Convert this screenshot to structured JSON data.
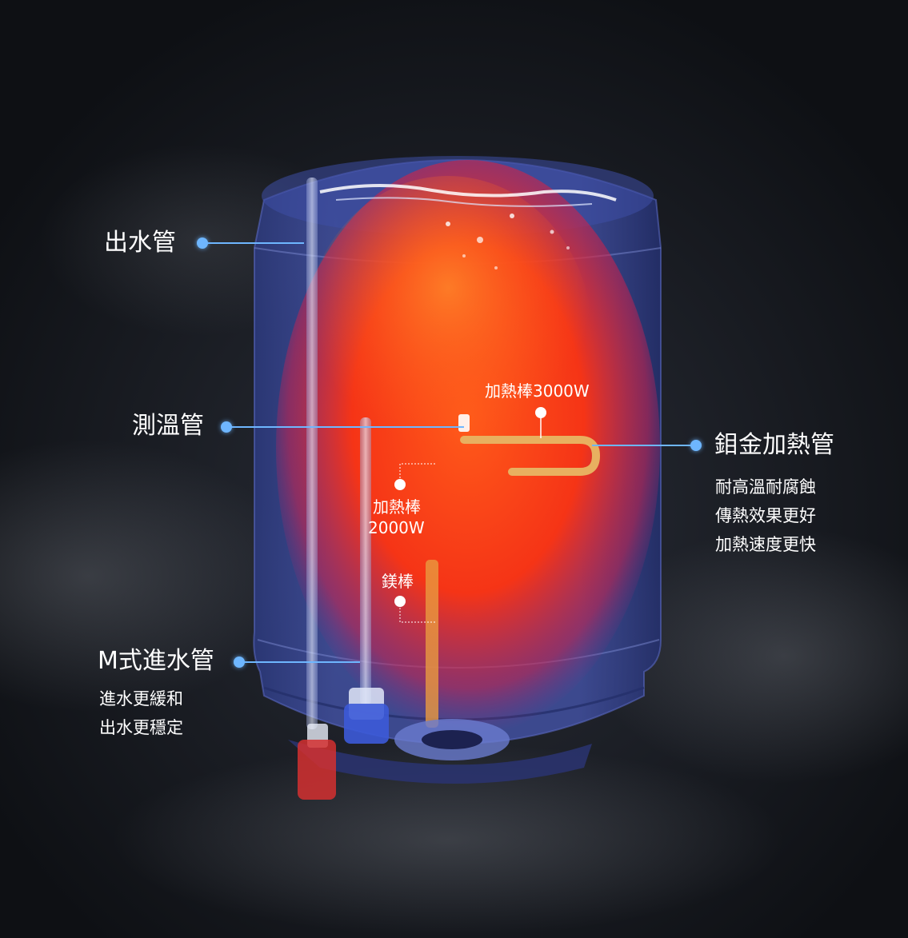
{
  "labels": {
    "outlet_pipe": "出水管",
    "temp_pipe": "測溫管",
    "inlet_pipe": "M式進水管",
    "inlet_desc": [
      "進水更緩和",
      "出水更穩定"
    ],
    "heating_tube": "鉬金加熱管",
    "heating_tube_desc": [
      "耐高溫耐腐蝕",
      "傳熱效果更好",
      "加熱速度更快"
    ],
    "heater_3000": "加熱棒3000W",
    "heater_2000_line1": "加熱棒",
    "heater_2000_line2": "2000W",
    "magnesium_rod": "鎂棒"
  },
  "colors": {
    "background": "#121418",
    "tank": "#3a4a9a",
    "heat_core": "#ff3a12",
    "pointer": "#6eb6ff",
    "copper": "#d9a048",
    "text": "#ffffff"
  }
}
